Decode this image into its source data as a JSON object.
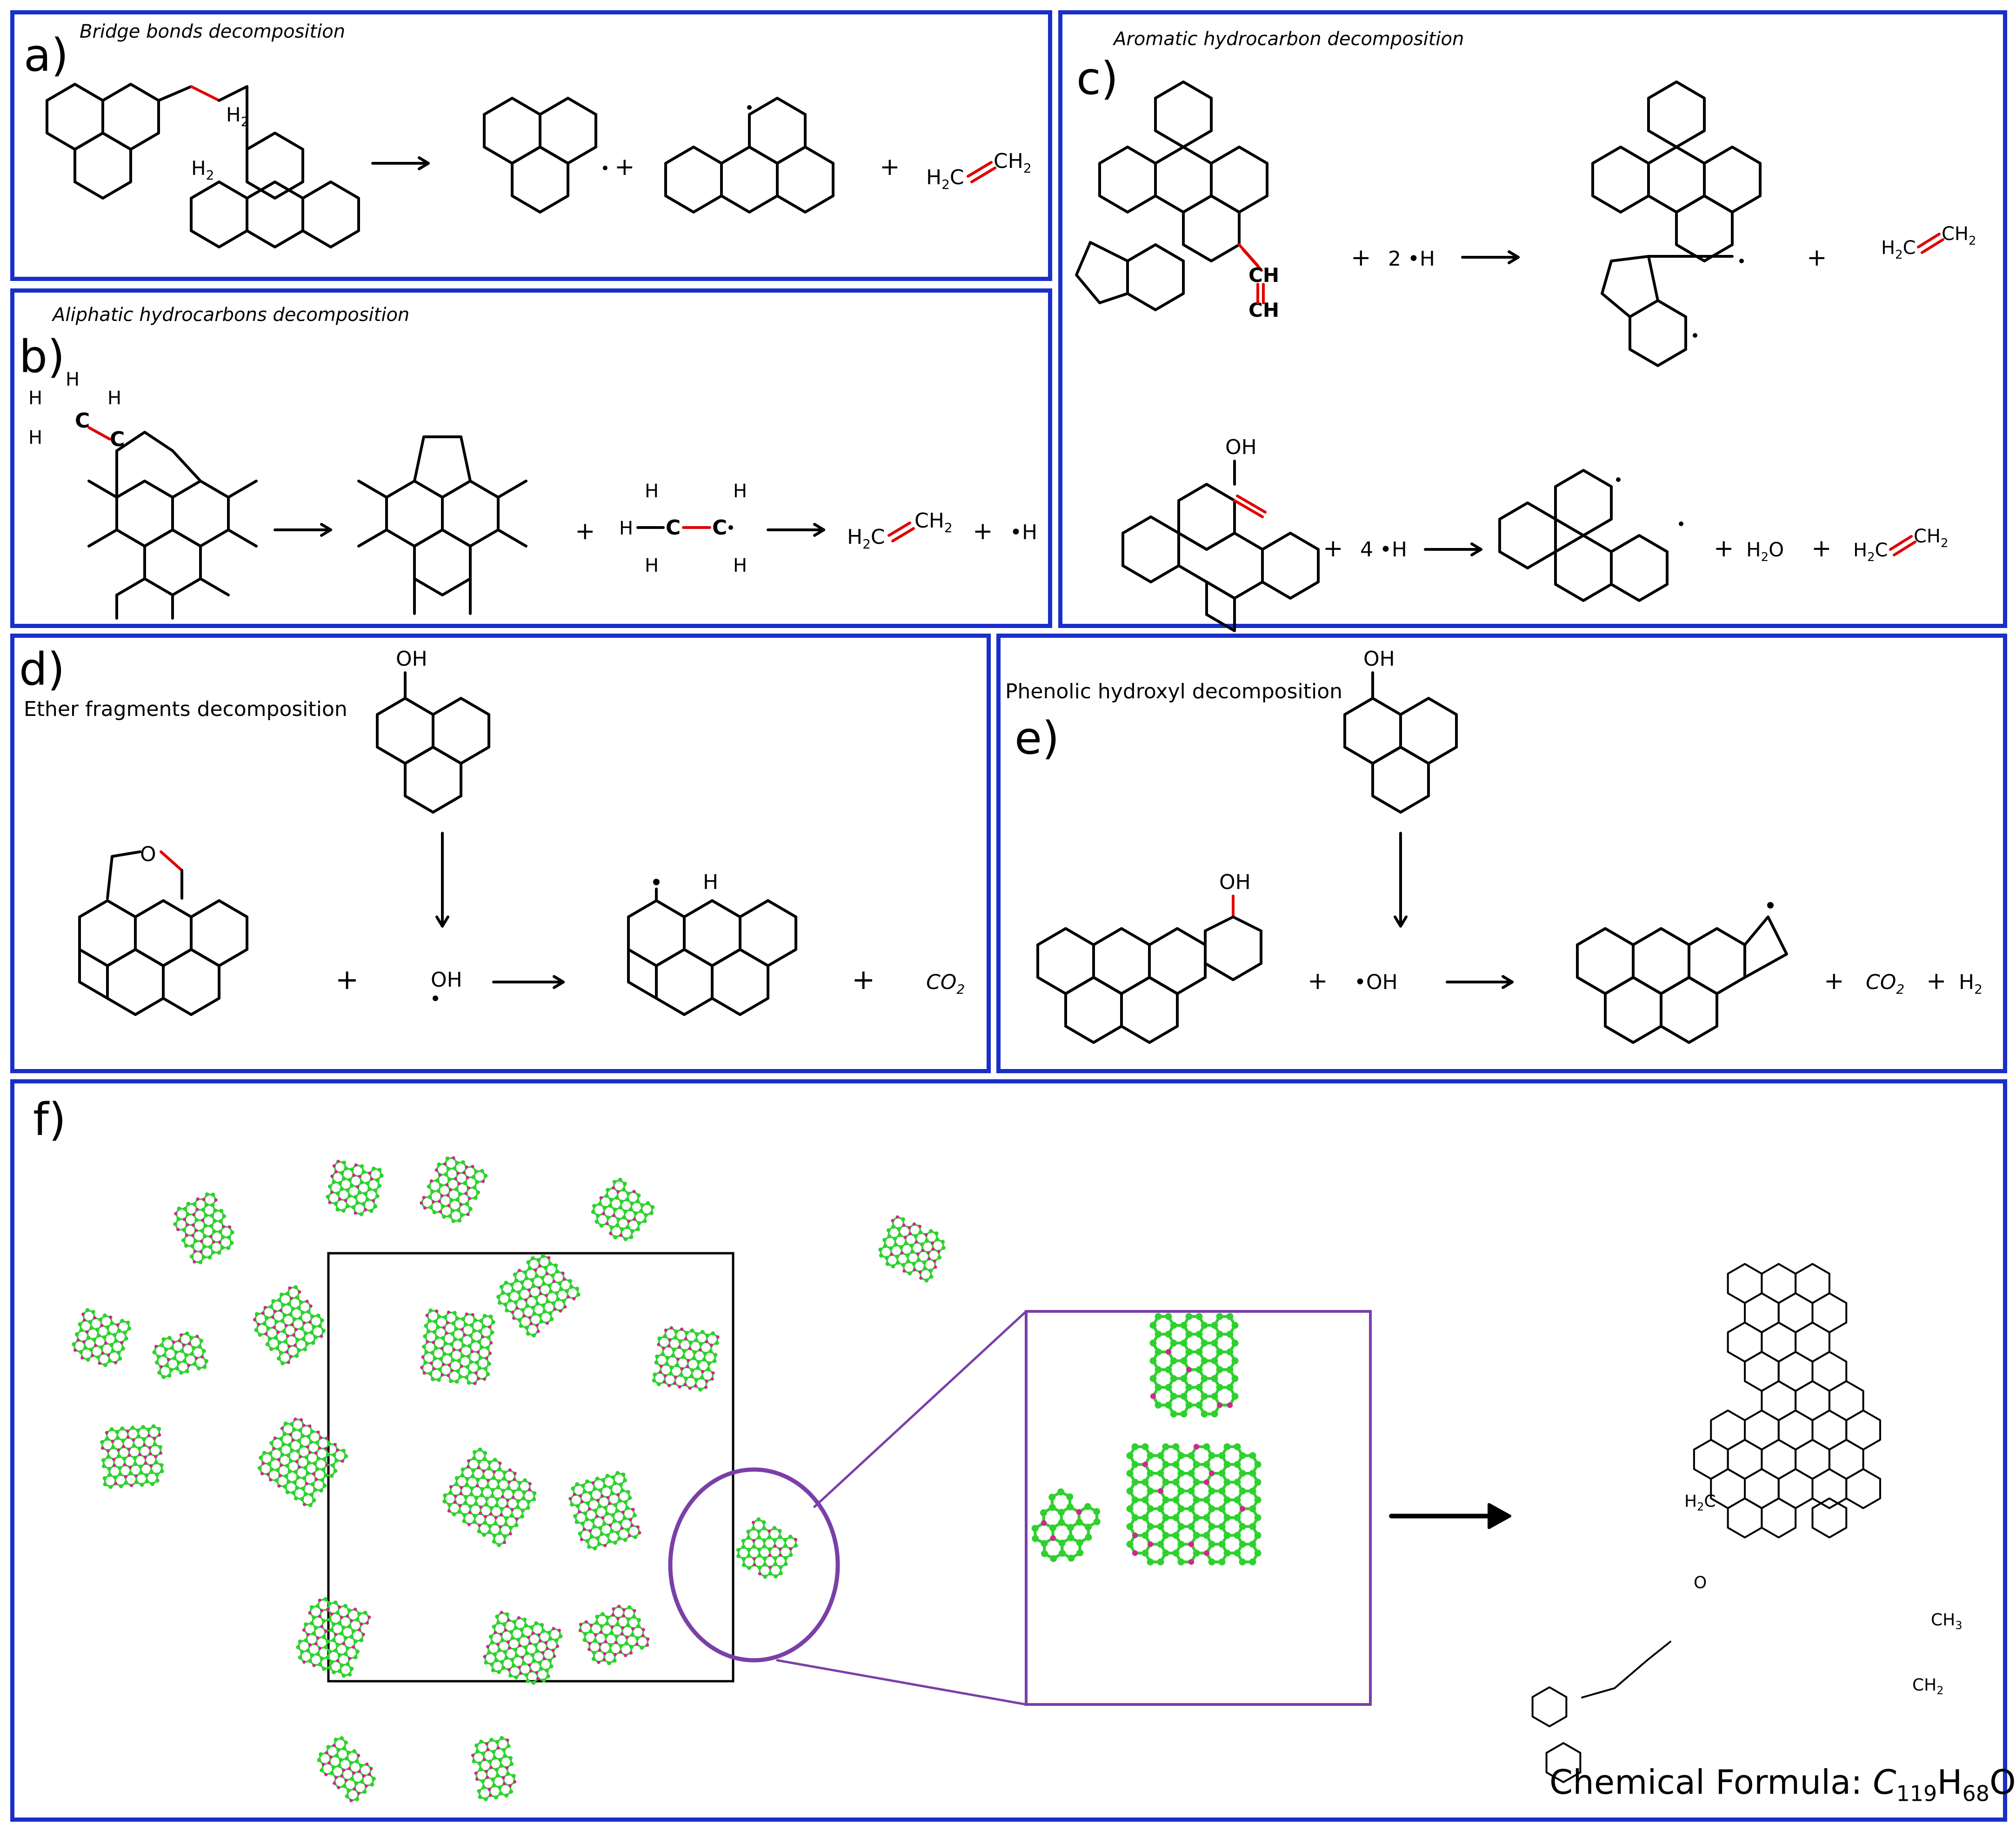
{
  "panels": {
    "a": {
      "label": "a)",
      "title": "Bridge bonds decomposition"
    },
    "b": {
      "label": "b)",
      "title": "Aliphatic hydrocarbons decomposition"
    },
    "c": {
      "label": "c)",
      "title": "Aromatic hydrocarbon decomposition"
    },
    "d": {
      "label": "d)",
      "title": "Ether fragments decomposition"
    },
    "e": {
      "label": "e)",
      "title": "Phenolic hydroxyl decomposition"
    },
    "f": {
      "label": "f)",
      "formula_prefix": "Chemical Formula: ",
      "formula_C": "C",
      "formula_c_count": "119",
      "formula_H": "H",
      "formula_h_count": "68",
      "formula_O": "O"
    }
  },
  "text": {
    "plus": "+",
    "h2": "H",
    "h_radical": "•H",
    "two_h": "2 •H",
    "four_h": "4 •H",
    "oh": "OH",
    "oh_radical": "•OH",
    "o": "O",
    "ch": "CH",
    "c": "C",
    "h": "H",
    "co2": "CO",
    "h2o": "H",
    "h2_gas": "H",
    "ch3": "CH",
    "sub2": "2",
    "sub3": "3",
    "h2c": "H",
    "ch2": "CH"
  },
  "colors": {
    "panel_border": "#1a2ec8",
    "bond": "#000000",
    "highlight_bond": "#e00000",
    "carbon_atom": "#2ed12e",
    "hydrogen_atom": "#d0288c",
    "zoom_frame": "#7a3fa8"
  }
}
